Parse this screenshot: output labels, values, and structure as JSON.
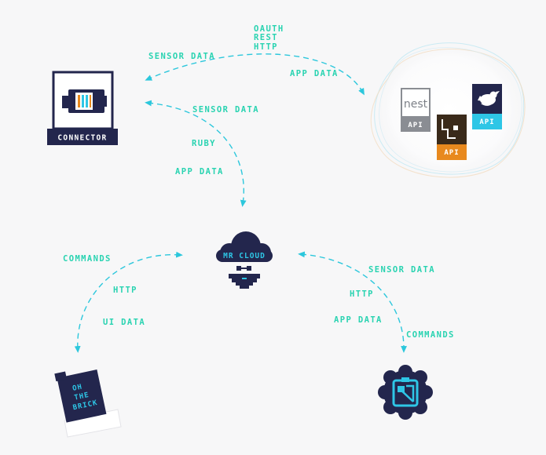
{
  "connector": {
    "label": "CONNECTOR"
  },
  "services": {
    "nest_logo": "nest",
    "nest_api": "API",
    "middle_api": "API",
    "twitter_api": "API",
    "icons": [
      "nest-logo-icon",
      "bracket-logo-icon",
      "twitter-bird-icon"
    ]
  },
  "cloud": {
    "label": "MR CLOUD"
  },
  "brick": {
    "label_lines": [
      "OH",
      "THE",
      "BRICK"
    ]
  },
  "labels": {
    "top_protocols": [
      "OAUTH",
      "REST",
      "HTTP"
    ],
    "top_sensor": "SENSOR DATA",
    "top_app": "APP DATA",
    "mid_sensor": "SENSOR DATA",
    "mid_ruby": "RUBY",
    "mid_app": "APP DATA",
    "left_commands": "COMMANDS",
    "left_http": "HTTP",
    "left_ui": "UI DATA",
    "right_sensor": "SENSOR DATA",
    "right_http": "HTTP",
    "right_app": "APP DATA",
    "right_commands": "COMMANDS"
  },
  "colors": {
    "navy": "#23264d",
    "cyan": "#2ec6e6",
    "label_green": "#29d3b1",
    "arrow_cyan": "#2cc7dc",
    "nest_gray": "#8a8d93",
    "api_orange": "#e8891e",
    "bracket_brown": "#3a2a1a"
  }
}
